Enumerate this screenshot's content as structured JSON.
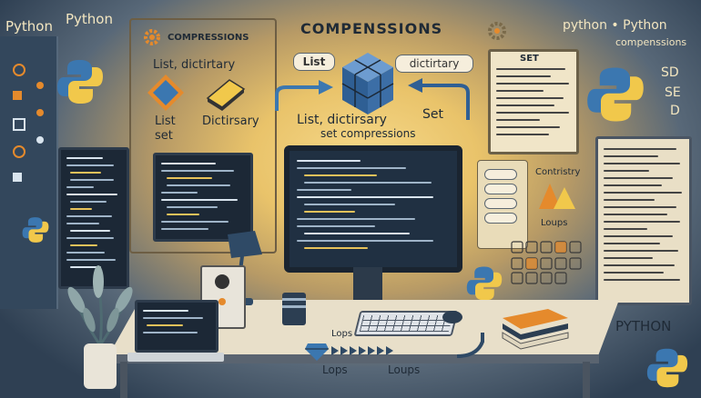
{
  "top_left_title": "Python",
  "top_center_title": "COMPENSSIONS",
  "small_panel_title": "COMPRESSIONS",
  "top_right_title_1": "python • Python",
  "top_right_title_2": "compenssions",
  "left_panel": {
    "list_dict_label": "List, dictirtary",
    "list_set_label_1": "List",
    "list_set_label_2": "set",
    "dictirsary_label": "Dictirsary"
  },
  "center_labels": {
    "list_tag": "List",
    "dictirtary_tag": "dictirtary",
    "comprehension_line1": "List, dictirsary",
    "set_label": "Set",
    "comprehension_line2": "set compressions"
  },
  "right_panel": {
    "set_header": "SET",
    "contristry_label": "Contristry",
    "loups_label": "Loups",
    "python_label": "PYTHON",
    "side_letters": [
      "SD",
      "SE",
      "D"
    ]
  },
  "bottom_labels": {
    "lops_1": "Lops",
    "lops_2": "Lops",
    "loups": "Loups"
  },
  "colors": {
    "python_blue": "#3b77b0",
    "python_yellow": "#f1c84b",
    "accent_orange": "#e58a2c",
    "cube_blue": "#3c6ea6"
  },
  "icons": [
    "python-logo-icon",
    "cube-icon",
    "gear-icon",
    "diamond-icon",
    "triangle-icon",
    "plant-icon",
    "lamp-icon",
    "monitor-icon",
    "laptop-icon",
    "keyboard-icon",
    "mouse-icon",
    "books-icon",
    "arrow-icon"
  ]
}
